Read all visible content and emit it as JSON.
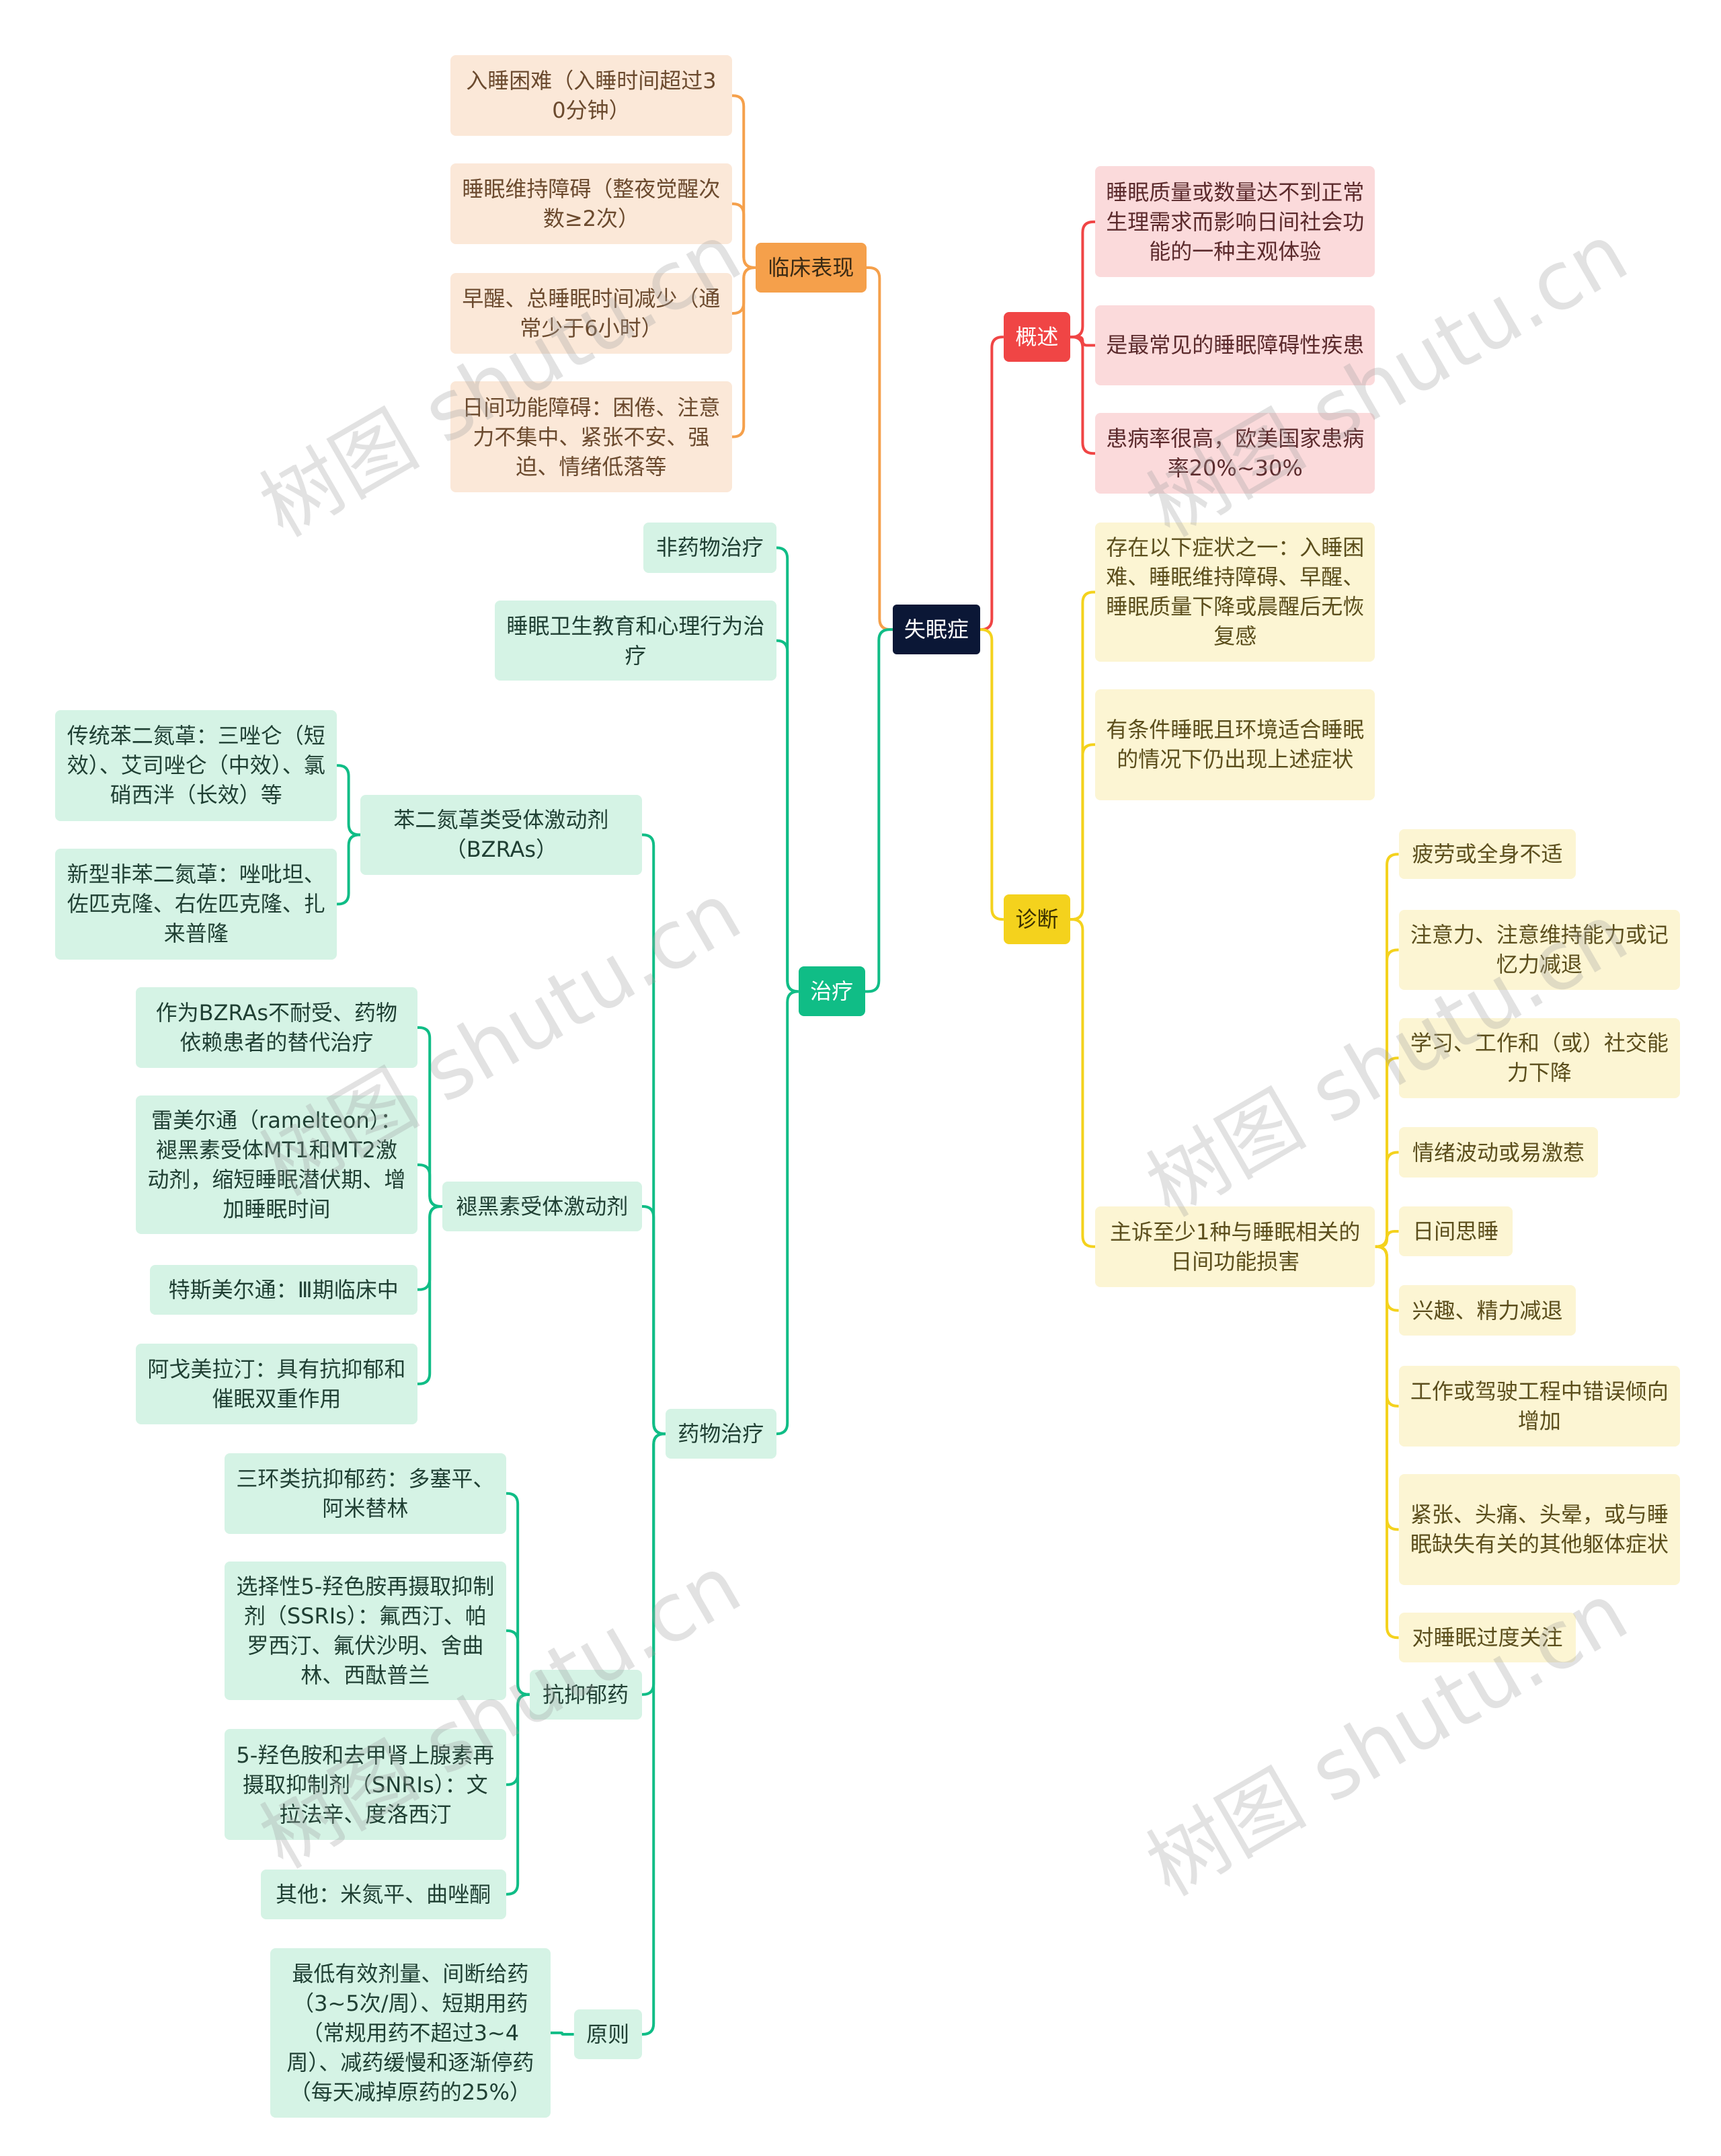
{
  "root": "失眠症",
  "colors": {
    "root": "#0b1736",
    "overview": "#f04545",
    "clinical": "#f5a04b",
    "diagnosis": "#f4d21d",
    "treatment": "#10bd86"
  },
  "clinical": {
    "label": "临床表现",
    "items": [
      "入睡困难（入睡时间超过3 0分钟）",
      "睡眠维持障碍（整夜觉醒次数≥2次）",
      "早醒、总睡眠时间减少（通常少于6小时）",
      "日间功能障碍：困倦、注意力不集中、紧张不安、强迫、情绪低落等"
    ]
  },
  "overview": {
    "label": "概述",
    "items": [
      "睡眠质量或数量达不到正常生理需求而影响日间社会功能的一种主观体验",
      "是最常见的睡眠障碍性疾患",
      "患病率很高，欧美国家患病率20%~30%"
    ]
  },
  "diagnosis": {
    "label": "诊断",
    "items": [
      "存在以下症状之一：入睡困难、睡眠维持障碍、早醒、睡眠质量下降或晨醒后无恢复感",
      "有条件睡眠且环境适合睡眠的情况下仍出现上述症状",
      "主诉至少1种与睡眠相关的日间功能损害"
    ],
    "sub_items": [
      "疲劳或全身不适",
      "注意力、注意维持能力或记忆力减退",
      "学习、工作和（或）社交能力下降",
      "情绪波动或易激惹",
      "日间思睡",
      "兴趣、精力减退",
      "工作或驾驶工程中错误倾向增加",
      "紧张、头痛、头晕，或与睡眠缺失有关的其他躯体症状",
      "对睡眠过度关注"
    ]
  },
  "treatment": {
    "label": "治疗",
    "non_drug": "非药物治疗",
    "sleep_hygiene": "睡眠卫生教育和心理行为治疗",
    "drug": "药物治疗",
    "bzra": {
      "label": "苯二氮䓬类受体激动剂（BZRAs）",
      "items": [
        "传统苯二氮䓬：三唑仑（短效）、艾司唑仑（中效）、氯硝西泮（长效）等",
        "新型非苯二氮䓬：唑吡坦、佐匹克隆、右佐匹克隆、扎来普隆"
      ]
    },
    "melatonin": {
      "label": "褪黑素受体激动剂",
      "items": [
        "作为BZRAs不耐受、药物依赖患者的替代治疗",
        "雷美尔通（ramelteon）：褪黑素受体MT1和MT2激动剂，缩短睡眠潜伏期、增加睡眠时间",
        "特斯美尔通：Ⅲ期临床中",
        "阿戈美拉汀：具有抗抑郁和催眠双重作用"
      ]
    },
    "antidepressant": {
      "label": "抗抑郁药",
      "items": [
        "三环类抗抑郁药：多塞平、阿米替林",
        "选择性5-羟色胺再摄取抑制剂（SSRIs）：氟西汀、帕罗西汀、氟伏沙明、舍曲林、西酞普兰",
        "5-羟色胺和去甲肾上腺素再摄取抑制剂（SNRIs）：文拉法辛、度洛西汀",
        "其他：米氮平、曲唑酮"
      ]
    },
    "principle": {
      "label": "原则",
      "items": [
        "最低有效剂量、间断给药（3~5次/周）、短期用药（常规用药不超过3~4周）、减药缓慢和逐渐停药（每天减掉原药的25%）"
      ]
    }
  },
  "watermark": "树图 shutu.cn"
}
